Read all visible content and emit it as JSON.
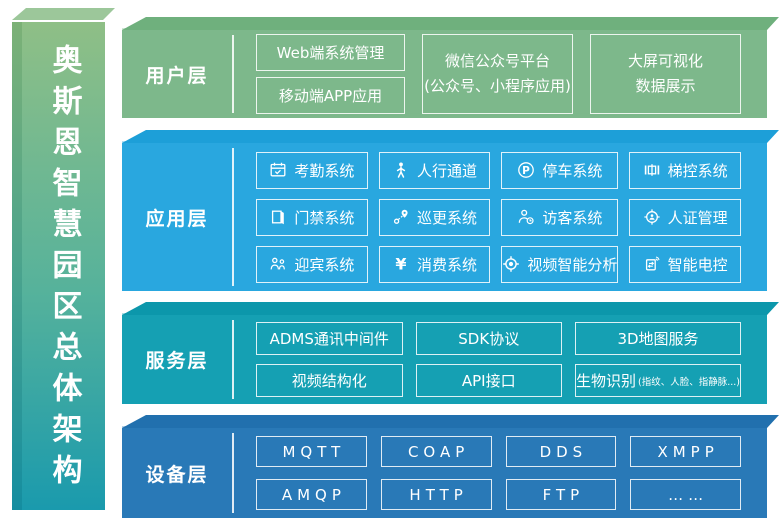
{
  "diagram": {
    "title": "奥斯恩智慧园区总体架构"
  },
  "colors": {
    "user_layer": "#7db88b",
    "app_layer": "#29a7df",
    "service_layer": "#15a0b3",
    "device_layer": "#2979b7",
    "pillar_gradient_top": "#8fbf86",
    "pillar_gradient_bottom": "#1a9aad"
  },
  "layers": {
    "user": {
      "label": "用户层",
      "stacked": [
        "Web端系统管理",
        "移动端APP应用"
      ],
      "wechat": {
        "line1": "微信公众号平台",
        "line2": "(公众号、小程序应用)"
      },
      "bigscreen": {
        "line1": "大屏可视化",
        "line2": "数据展示"
      }
    },
    "app": {
      "label": "应用层",
      "items": [
        {
          "icon": "attendance-icon",
          "label": "考勤系统"
        },
        {
          "icon": "pedestrian-gate-icon",
          "label": "人行通道"
        },
        {
          "icon": "parking-icon",
          "label": "停车系统"
        },
        {
          "icon": "elevator-control-icon",
          "label": "梯控系统"
        },
        {
          "icon": "access-control-icon",
          "label": "门禁系统"
        },
        {
          "icon": "patrol-icon",
          "label": "巡更系统"
        },
        {
          "icon": "visitor-icon",
          "label": "访客系统"
        },
        {
          "icon": "id-verification-icon",
          "label": "人证管理"
        },
        {
          "icon": "welcome-icon",
          "label": "迎宾系统"
        },
        {
          "icon": "payment-icon",
          "label": "消费系统"
        },
        {
          "icon": "video-analytics-icon",
          "label": "视频智能分析"
        },
        {
          "icon": "smart-power-icon",
          "label": "智能电控"
        }
      ]
    },
    "service": {
      "label": "服务层",
      "items": [
        "ADMS通讯中间件",
        "SDK协议",
        "3D地图服务",
        "视频结构化",
        "API接口"
      ],
      "bio": {
        "main": "生物识别",
        "note": "(指纹、人脸、指静脉...)"
      }
    },
    "device": {
      "label": "设备层",
      "items": [
        "MQTT",
        "COAP",
        "DDS",
        "XMPP",
        "AMQP",
        "HTTP",
        "FTP",
        "……"
      ]
    }
  }
}
